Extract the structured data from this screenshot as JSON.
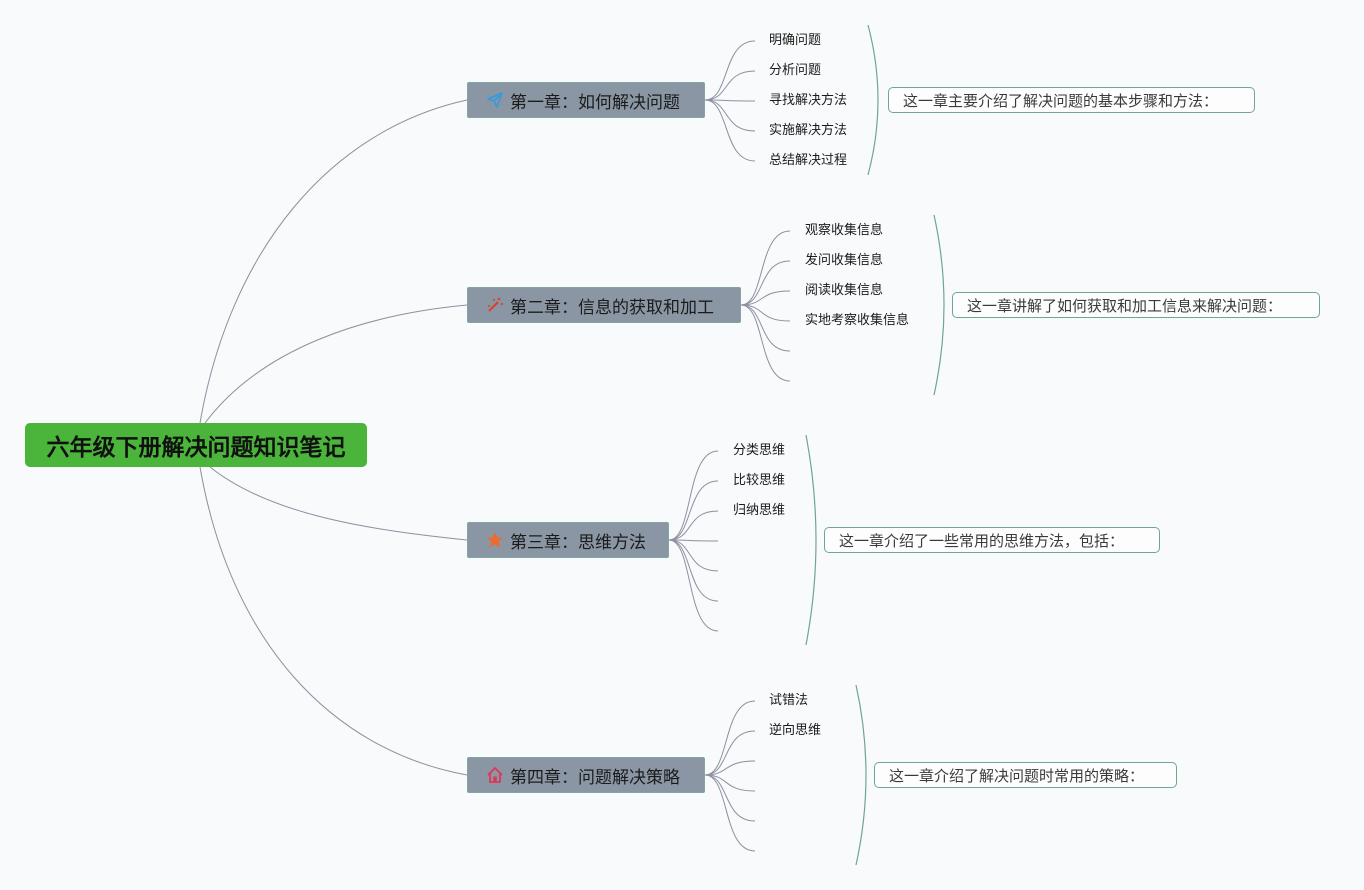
{
  "root": {
    "title": "六年级下册解决问题知识笔记",
    "color": "#4ab53a"
  },
  "colors": {
    "chapter_fill": "#8a96a4",
    "link_stroke": "#8c90a0",
    "summary_stroke": "#6fa596"
  },
  "chapters": [
    {
      "title": "第一章：如何解决问题",
      "icon": "paper-plane-icon",
      "icon_color": "#3a9ad9",
      "items": [
        "明确问题",
        "分析问题",
        "寻找解决方法",
        "实施解决方法",
        "总结解决过程"
      ],
      "empty_branches": 0,
      "summary": "这一章主要介绍了解决问题的基本步骤和方法："
    },
    {
      "title": "第二章：信息的获取和加工",
      "icon": "magic-wand-icon",
      "icon_color": "#d9402e",
      "items": [
        "观察收集信息",
        "发问收集信息",
        "阅读收集信息",
        "实地考察收集信息"
      ],
      "empty_branches": 2,
      "summary": "这一章讲解了如何获取和加工信息来解决问题："
    },
    {
      "title": "第三章：思维方法",
      "icon": "star-icon",
      "icon_color": "#ee6a2d",
      "items": [
        "分类思维",
        "比较思维",
        "归纳思维"
      ],
      "empty_branches": 4,
      "summary": "这一章介绍了一些常用的思维方法，包括："
    },
    {
      "title": "第四章：问题解决策略",
      "icon": "home-icon",
      "icon_color": "#e0365a",
      "items": [
        "试错法",
        "逆向思维"
      ],
      "empty_branches": 4,
      "summary": "这一章介绍了解决问题时常用的策略："
    }
  ]
}
